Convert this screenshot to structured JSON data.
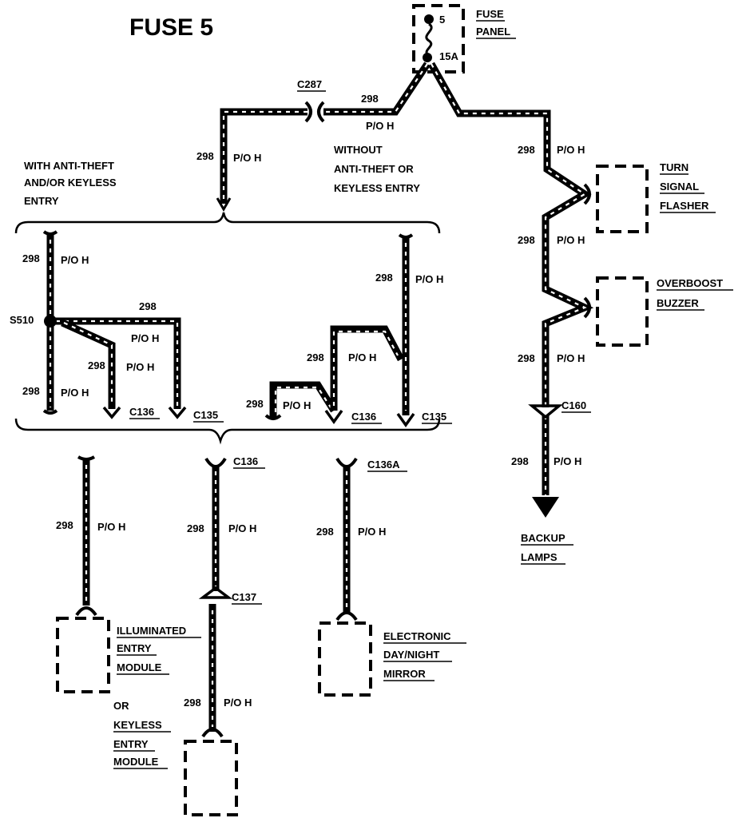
{
  "title": "FUSE 5",
  "fuse": {
    "number": "5",
    "rating": "15A",
    "panel_line1": "FUSE",
    "panel_line2": "PANEL"
  },
  "circuit": {
    "wire": "298",
    "color": "P/O H"
  },
  "splice": "S510",
  "notes": {
    "with_antitheft": [
      "WITH ANTI-THEFT",
      "AND/OR KEYLESS",
      "ENTRY"
    ],
    "without_antitheft": [
      "WITHOUT",
      "ANTI-THEFT OR",
      "KEYLESS ENTRY"
    ],
    "or": "OR"
  },
  "connectors": {
    "c287": "C287",
    "c136_left": "C136",
    "c135_left": "C135",
    "c136_mid": "C136",
    "c135_mid": "C135",
    "c136_bottom": "C136",
    "c136a": "C136A",
    "c137": "C137",
    "c160": "C160"
  },
  "components": {
    "turn_signal_flasher": [
      "TURN",
      "SIGNAL",
      "FLASHER"
    ],
    "overboost_buzzer": [
      "OVERBOOST",
      "BUZZER"
    ],
    "backup_lamps": [
      "BACKUP",
      "LAMPS"
    ],
    "illuminated_entry_module": [
      "ILLUMINATED",
      "ENTRY",
      "MODULE"
    ],
    "keyless_entry_module": [
      "KEYLESS",
      "ENTRY",
      "MODULE"
    ],
    "electronic_daynight_mirror": [
      "ELECTRONIC",
      "DAY/NIGHT",
      "MIRROR"
    ]
  }
}
